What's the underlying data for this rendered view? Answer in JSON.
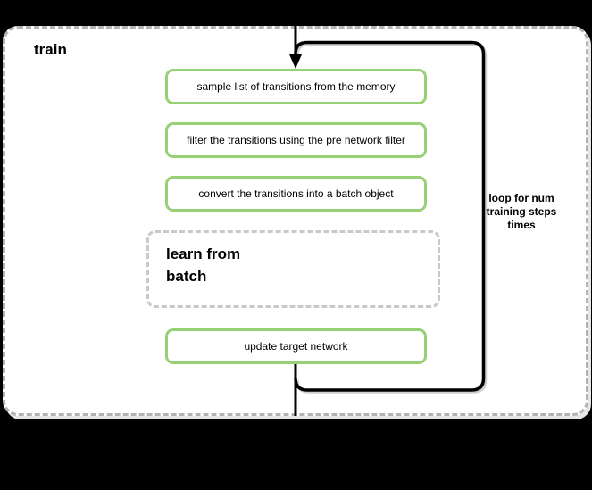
{
  "colors": {
    "background": "#000000",
    "canvas_fill": "#ffffff",
    "container_border": "#b3b3b3",
    "step_border": "#97d077",
    "subprocess_border": "#c9c9c9",
    "line": "#000000",
    "text": "#000000"
  },
  "diagram": {
    "title": "train",
    "steps": [
      {
        "label": "sample list of transitions from the memory"
      },
      {
        "label": "filter the transitions using the pre network filter"
      },
      {
        "label": "convert the transitions into a batch object"
      }
    ],
    "subprocess": {
      "label": "learn from\nbatch"
    },
    "final_step": {
      "label": "update target network"
    },
    "loop_annotation": "loop for num\ntraining steps\ntimes"
  }
}
